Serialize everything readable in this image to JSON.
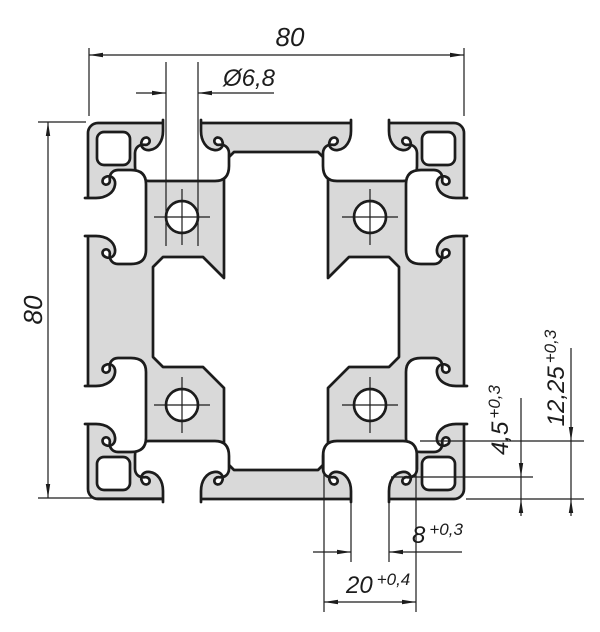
{
  "drawing": {
    "type": "technical-cross-section-aluminium-profile",
    "colors": {
      "background": "#ffffff",
      "aluminum_fill": "#d9d9d9",
      "line": "#1c1c1c"
    },
    "dims": {
      "overall_width": "80",
      "overall_height": "80",
      "hole_diameter": "Ø6,8",
      "lip_depth_value": "4,5",
      "lip_depth_tol": "+0,3",
      "slot_depth_value": "12,25",
      "slot_depth_tol": "+0,3",
      "slot_opening_value": "8",
      "slot_opening_tol": "+0,3",
      "slot_inner_width_value": "20",
      "slot_inner_width_tol": "+0,4"
    }
  }
}
